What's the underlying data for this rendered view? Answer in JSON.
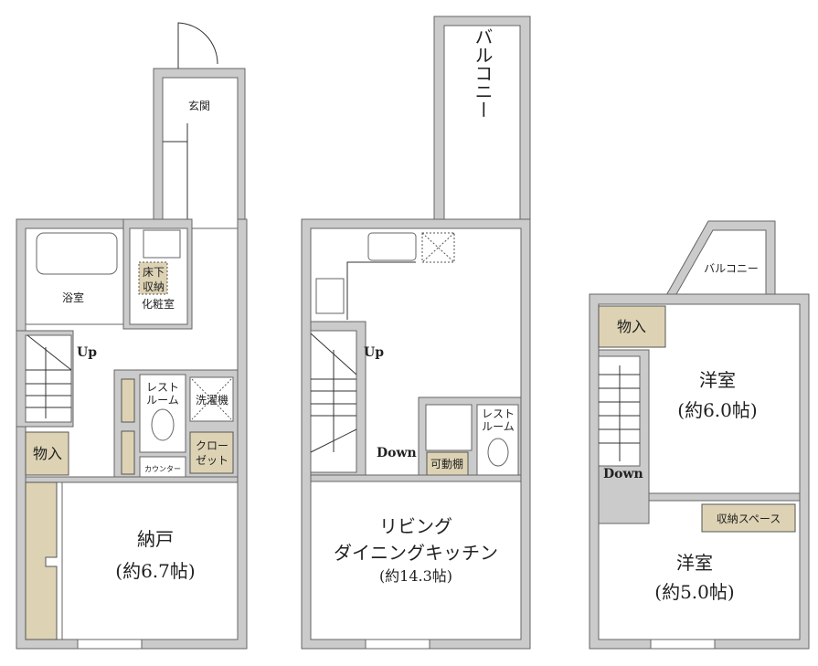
{
  "floor1": {
    "entrance": "玄関",
    "bathroom": "浴室",
    "underfloor_storage": [
      "床下",
      "収納"
    ],
    "powder_room": "化粧室",
    "stairs_up": "Up",
    "restroom": [
      "レスト",
      "ルーム"
    ],
    "washing_machine": "洗濯機",
    "storage": "物入",
    "closet": [
      "クロー",
      "ゼット"
    ],
    "counter": "カウンター",
    "storeroom": "納戸",
    "storeroom_size": "(約6.7帖)"
  },
  "floor2": {
    "balcony": "バルコニー",
    "stairs_up": "Up",
    "stairs_down": "Down",
    "movable_shelf": "可動棚",
    "restroom": [
      "レスト",
      "ルーム"
    ],
    "ldk": [
      "リビング",
      "ダイニングキッチン"
    ],
    "ldk_size": "(約14.3帖)"
  },
  "floor3": {
    "balcony": "バルコニー",
    "storage": "物入",
    "western_room_1": "洋室",
    "western_room_1_size": "(約6.0帖)",
    "stairs_down": "Down",
    "storage_space": "収納スペース",
    "western_room_2": "洋室",
    "western_room_2_size": "(約5.0帖)"
  }
}
